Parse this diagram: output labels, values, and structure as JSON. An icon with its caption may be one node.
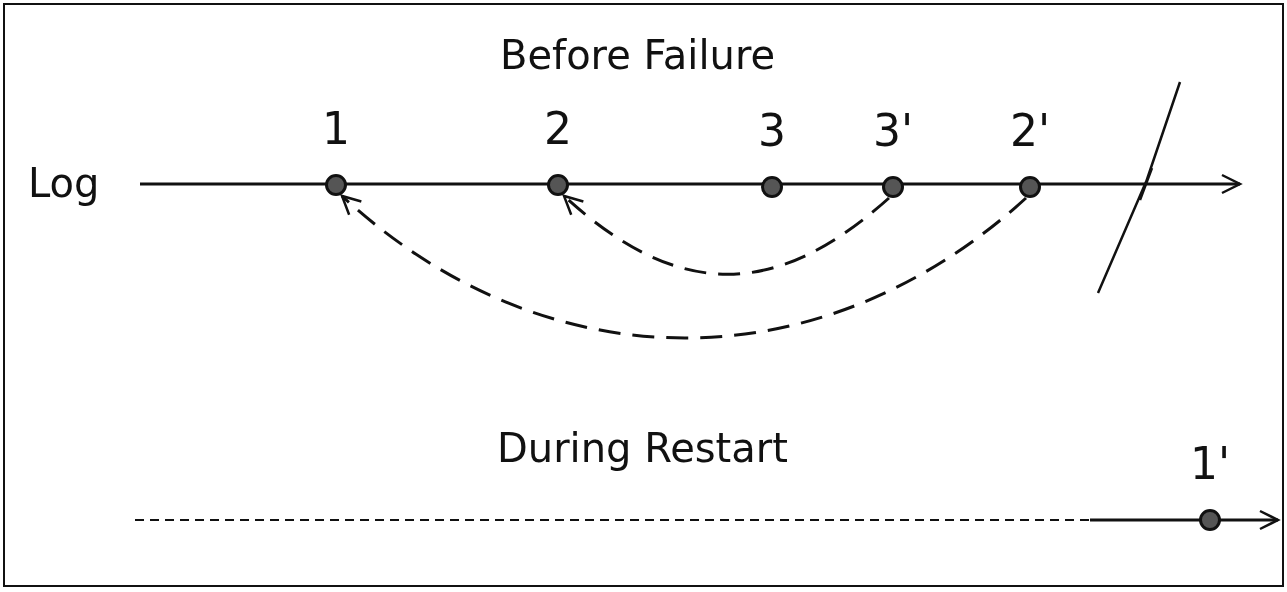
{
  "diagram": {
    "nodes": [
      {
        "text": [
          "1"
        ]
      },
      {
        "text": [
          "2"
        ]
      },
      {
        "text": [
          "3"
        ]
      },
      {
        "text": [
          "3'"
        ]
      },
      {
        "text": [
          "2'"
        ]
      },
      {
        "text": [
          "1'"
        ]
      }
    ],
    "edges": [
      {
        "from": 3,
        "to": 1,
        "arrow": "to",
        "style": "dashed"
      },
      {
        "from": 4,
        "to": 0,
        "arrow": "to",
        "style": "dashed"
      }
    ],
    "labels": [
      "Before Failure",
      "Log",
      "During Restart"
    ]
  }
}
